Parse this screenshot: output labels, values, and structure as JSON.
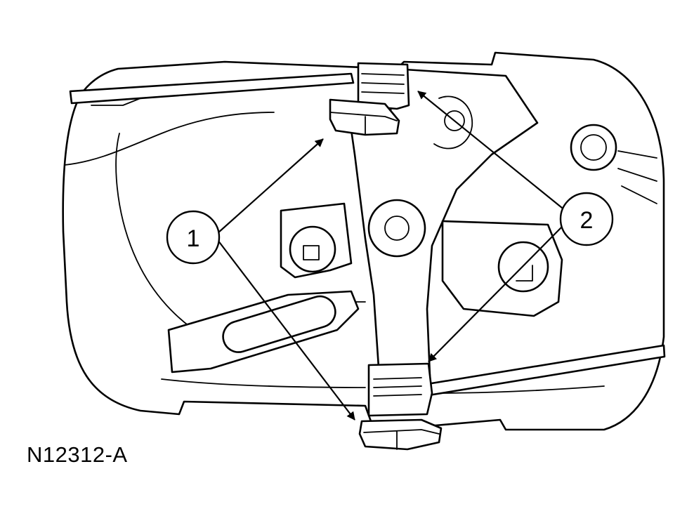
{
  "figure": {
    "id_label": "N12312-A",
    "callouts": [
      {
        "label": "1",
        "meaning": ""
      },
      {
        "label": "2",
        "meaning": ""
      }
    ]
  }
}
